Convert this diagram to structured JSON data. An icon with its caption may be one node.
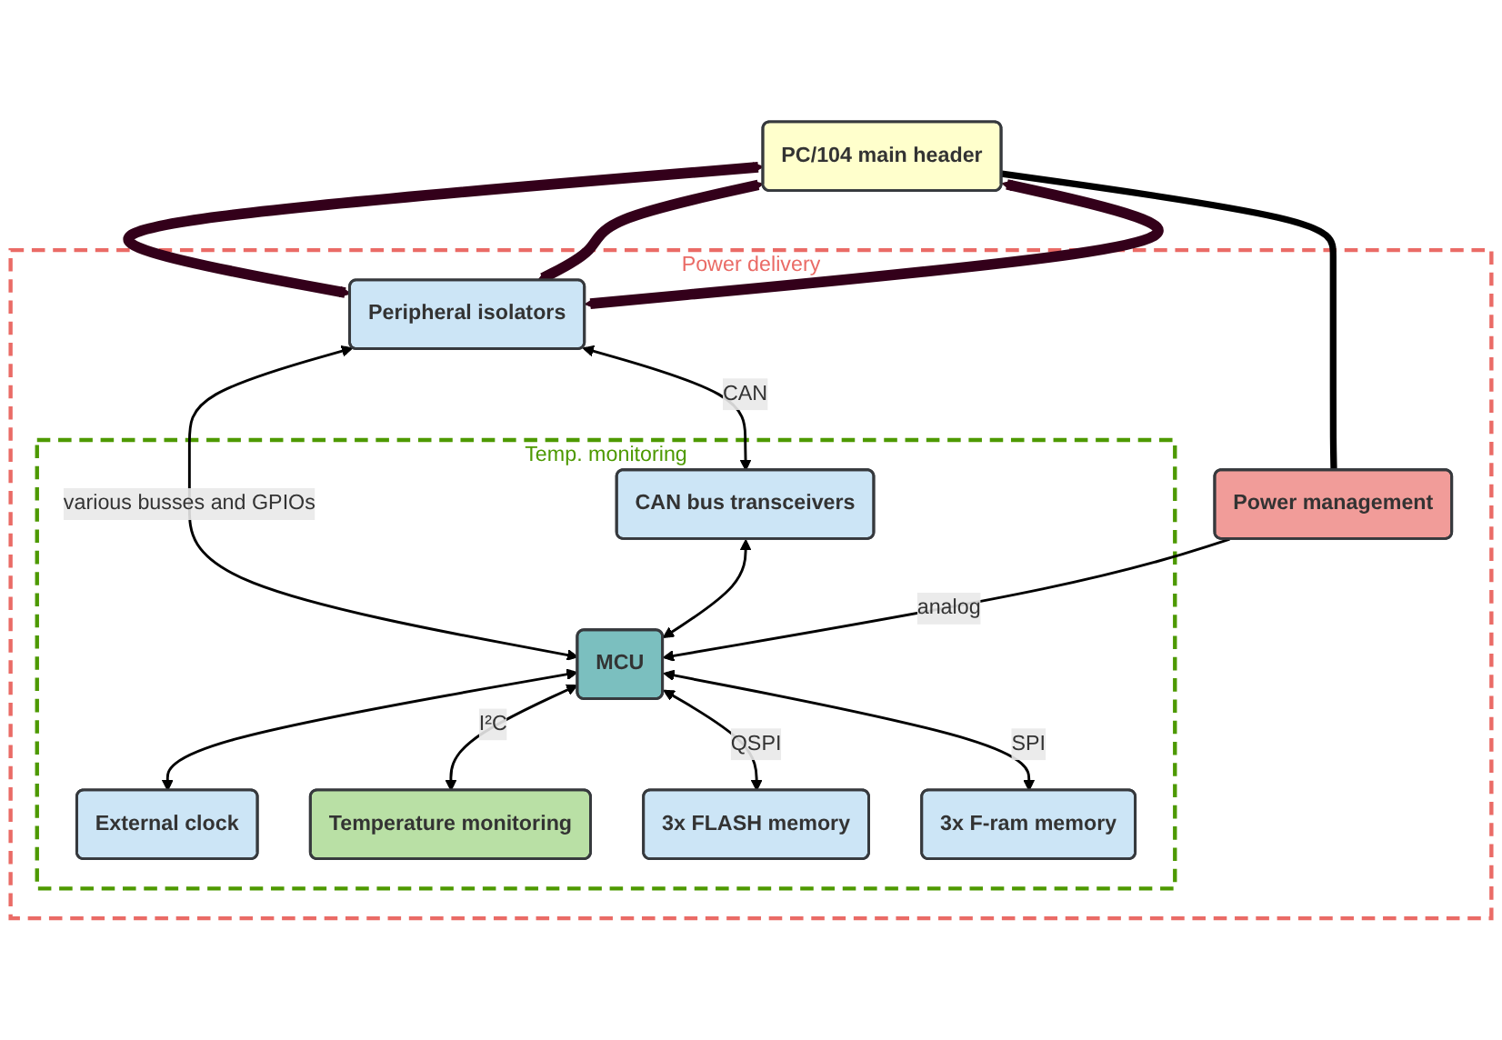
{
  "diagram": {
    "nodes": [
      {
        "text": [
          "PC/104 main header"
        ]
      },
      {
        "text": [
          "Power delivery"
        ]
      },
      {
        "text": [
          "Peripheral isolators"
        ],
        "in": 1
      },
      {
        "text": [
          "Temp. monitoring"
        ],
        "in": 1
      },
      {
        "text": [
          "CAN bus transceivers"
        ],
        "in": 3
      },
      {
        "text": [
          "MCU"
        ],
        "in": 3
      },
      {
        "text": [
          "External clock"
        ],
        "in": 3
      },
      {
        "text": [
          "Power management"
        ],
        "in": 1
      },
      {
        "text": [
          "Temperature monitoring"
        ],
        "in": 3
      },
      {
        "text": [
          "3x FLASH memory"
        ],
        "in": 3
      },
      {
        "text": [
          "3x F-ram memory"
        ],
        "in": 3
      }
    ],
    "edges": [
      {
        "from": 0,
        "to": 2,
        "arrow": "both",
        "style": "thick",
        "color": "#33001a"
      },
      {
        "from": 0,
        "to": 2,
        "arrow": "both",
        "style": "thick",
        "color": "#33001a"
      },
      {
        "from": 0,
        "to": 2,
        "arrow": "both",
        "style": "thick",
        "color": "#33001a"
      },
      {
        "from": 0,
        "to": 7,
        "arrow": "none",
        "style": "thick"
      },
      {
        "from": 2,
        "to": 4,
        "arrow": "both",
        "label": "CAN"
      },
      {
        "from": 2,
        "to": 5,
        "arrow": "both",
        "label": "various busses and GPIOs"
      },
      {
        "from": 4,
        "to": 5,
        "arrow": "both"
      },
      {
        "from": 5,
        "to": 6,
        "arrow": "both"
      },
      {
        "from": 7,
        "to": 5,
        "arrow": "to",
        "label": "analog"
      },
      {
        "from": 5,
        "to": 8,
        "arrow": "both",
        "label": "I²C"
      },
      {
        "from": 5,
        "to": 9,
        "arrow": "both",
        "label": "QSPI"
      },
      {
        "from": 5,
        "to": 10,
        "arrow": "both",
        "label": "SPI"
      }
    ]
  }
}
